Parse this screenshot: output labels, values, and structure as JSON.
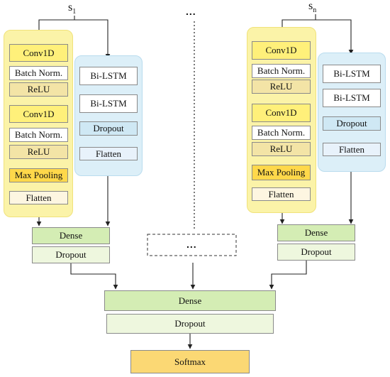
{
  "colors": {
    "cnn_panel": "#fbf3a8",
    "lstm_panel": "#dceff8",
    "conv_yellow": "#fff07a",
    "norm_white": "#ffffff",
    "relu_tan": "#f3e4a6",
    "pool_gold": "#ffd84a",
    "flatten_cream": "#fdf6e1",
    "bilstm_white": "#ffffff",
    "dropout_blue": "#cfe8f4",
    "flatten_blue": "#e8f2fb",
    "dense_green": "#d4edb4",
    "dropout_light": "#eef7de",
    "softmax_orange": "#fbd874",
    "line": "#222222"
  },
  "inputs": {
    "first": "s",
    "first_sub": "1",
    "last": "s",
    "last_sub": "n"
  },
  "branch_left": {
    "cnn": [
      "Conv1D",
      "Batch Norm.",
      "ReLU",
      "Conv1D",
      "Batch Norm.",
      "ReLU",
      "Max Pooling",
      "Flatten"
    ],
    "lstm": [
      "Bi-LSTM",
      "Bi-LSTM",
      "Dropout",
      "Flatten"
    ],
    "dense": "Dense",
    "dropout": "Dropout"
  },
  "branch_right": {
    "cnn": [
      "Conv1D",
      "Batch Norm.",
      "ReLU",
      "Conv1D",
      "Batch Norm.",
      "ReLU",
      "Max Pooling",
      "Flatten"
    ],
    "lstm": [
      "Bi-LSTM",
      "Bi-LSTM",
      "Dropout",
      "Flatten"
    ],
    "dense": "Dense",
    "dropout": "Dropout"
  },
  "middle": {
    "ellipsis_top": "...",
    "ellipsis_box": "..."
  },
  "head": {
    "dense": "Dense",
    "dropout": "Dropout",
    "softmax": "Softmax"
  }
}
